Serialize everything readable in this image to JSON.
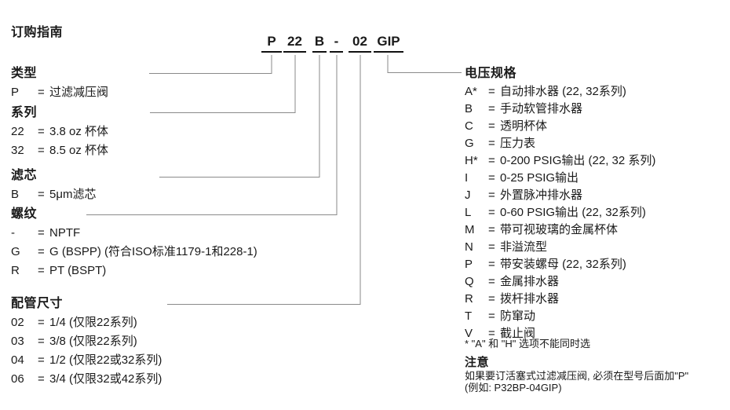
{
  "page_title": "订购指南",
  "symbols": {
    "equals": "="
  },
  "part_number": {
    "segments": [
      "P",
      "22",
      "B",
      "-",
      "02",
      "GIP"
    ]
  },
  "left_sections": [
    {
      "heading": "类型",
      "rows": [
        {
          "code": "P",
          "desc": "过滤减压阀"
        }
      ]
    },
    {
      "heading": "系列",
      "rows": [
        {
          "code": "22",
          "desc": "3.8 oz 杯体"
        },
        {
          "code": "32",
          "desc": "8.5 oz 杯体"
        }
      ]
    },
    {
      "heading": "滤芯",
      "rows": [
        {
          "code": "B",
          "desc": "5μm滤芯"
        }
      ]
    },
    {
      "heading": "螺纹",
      "rows": [
        {
          "code": "-",
          "desc": "NPTF"
        },
        {
          "code": "G",
          "desc": "G (BSPP) (符合ISO标准1179-1和228-1)"
        },
        {
          "code": "R",
          "desc": "PT (BSPT)"
        }
      ]
    },
    {
      "heading": "配管尺寸",
      "rows": [
        {
          "code": "02",
          "desc": "1/4 (仅限22系列)"
        },
        {
          "code": "03",
          "desc": "3/8 (仅限22系列)"
        },
        {
          "code": "04",
          "desc": "1/2 (仅限22或32系列)"
        },
        {
          "code": "06",
          "desc": "3/4 (仅限32或42系列)"
        }
      ]
    }
  ],
  "options": {
    "heading": "电压规格",
    "items": [
      {
        "code": "A*",
        "desc": "自动排水器 (22, 32系列)"
      },
      {
        "code": "B",
        "desc": "手动软管排水器"
      },
      {
        "code": "C",
        "desc": "透明杯体"
      },
      {
        "code": "G",
        "desc": "压力表"
      },
      {
        "code": "H*",
        "desc": "0-200 PSIG输出 (22, 32 系列)"
      },
      {
        "code": "I",
        "desc": "0-25 PSIG输出"
      },
      {
        "code": "J",
        "desc": "外置脉冲排水器"
      },
      {
        "code": "L",
        "desc": "0-60 PSIG输出 (22, 32系列)"
      },
      {
        "code": "M",
        "desc": "带可视玻璃的金属杯体"
      },
      {
        "code": "N",
        "desc": "非溢流型"
      },
      {
        "code": "P",
        "desc": "带安装螺母 (22, 32系列)"
      },
      {
        "code": "Q",
        "desc": "金属排水器"
      },
      {
        "code": "R",
        "desc": "拨杆排水器"
      },
      {
        "code": "T",
        "desc": "防窜动"
      },
      {
        "code": "V",
        "desc": "截止阀"
      }
    ],
    "footnote": "* \"A\" 和 \"H\" 选项不能同时选"
  },
  "note": {
    "heading": "注意",
    "line1": "如果要订活塞式过滤减压阀, 必须在型号后面加\"P\"",
    "line2": "(例如: P32BP-04GIP)"
  }
}
